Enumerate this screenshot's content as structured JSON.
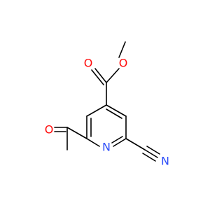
{
  "molecule": {
    "atoms": {
      "ester_methyl_oxygen": {
        "label": "O",
        "color": "#ff0d0d"
      },
      "carbonyl_oxygen_ester": {
        "label": "O",
        "color": "#ff0d0d"
      },
      "ring_nitrogen": {
        "label": "N",
        "color": "#3050f8"
      },
      "nitrile_nitrogen": {
        "label": "N",
        "color": "#3050f8"
      },
      "acetyl_oxygen": {
        "label": "O",
        "color": "#ff0d0d"
      }
    },
    "bond_color": "#000000"
  }
}
